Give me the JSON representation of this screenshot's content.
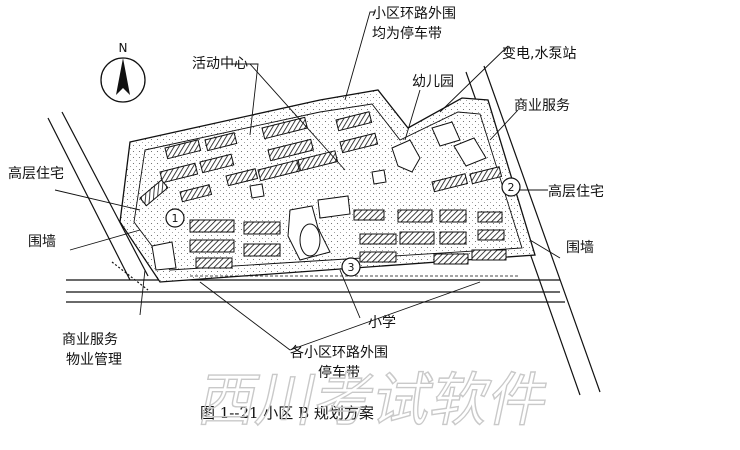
{
  "labels": {
    "ring_parking_top_1": "小区环路外围",
    "ring_parking_top_2": "均为停车带",
    "activity_center": "活动中心",
    "substation_pump": "变电,水泵站",
    "kindergarten": "幼儿园",
    "commercial_service_right": "商业服务",
    "high_rise_left": "高层住宅",
    "high_rise_right": "高层住宅",
    "wall_left": "围墙",
    "wall_right": "围墙",
    "commercial_service_left": "商业服务",
    "property_mgmt": "物业管理",
    "primary_school": "小学",
    "ring_parking_bottom_1": "各小区环路外围",
    "ring_parking_bottom_2": "停车带",
    "north": "N"
  },
  "markers": {
    "m1": "1",
    "m2": "2",
    "m3": "3"
  },
  "caption": "图 1--21   小区 B 规划方案",
  "watermark": "西川考试软件"
}
